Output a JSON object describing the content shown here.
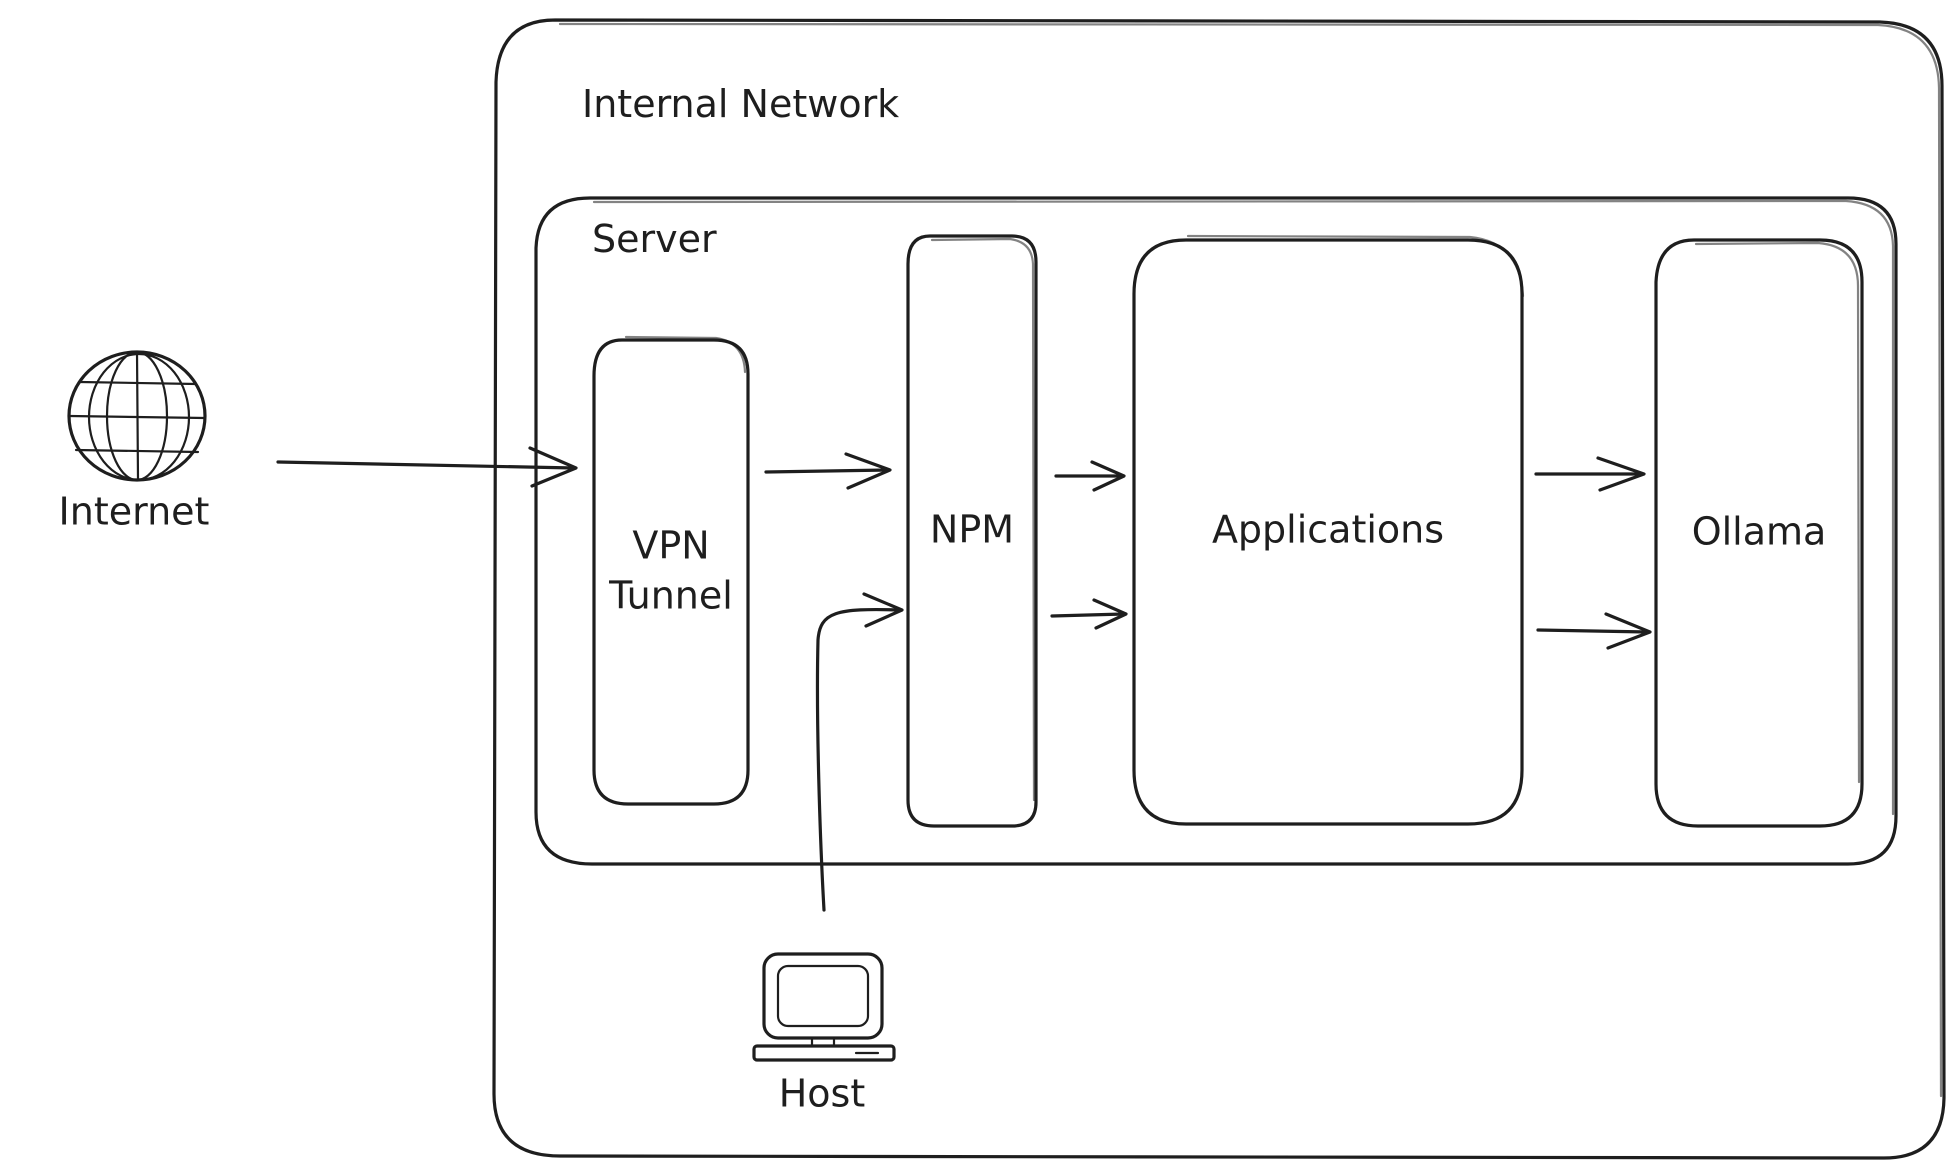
{
  "diagram": {
    "internal_network_label": "Internal Network",
    "server_label": "Server",
    "internet_label": "Internet",
    "host_label": "Host",
    "vpn_label_line1": "VPN",
    "vpn_label_line2": "Tunnel",
    "npm_label": "NPM",
    "applications_label": "Applications",
    "ollama_label": "Ollama",
    "icons": {
      "internet": "globe-icon",
      "host": "desktop-computer-icon"
    },
    "stroke_color": "#1e1e1e",
    "background_color": "#ffffff"
  }
}
